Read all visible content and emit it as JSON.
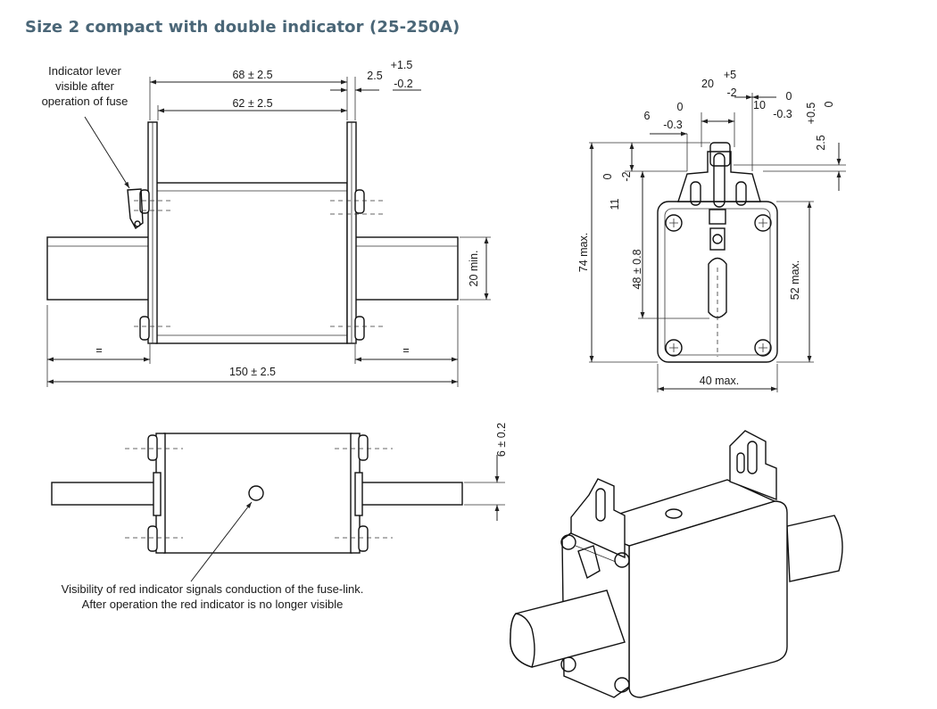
{
  "title": "Size 2 compact with double indicator (25-250A)",
  "notes": {
    "indicator_lever": [
      "Indicator lever",
      "visible after",
      "operation of fuse"
    ],
    "red_indicator": [
      "Visibility of red indicator signals conduction of the fuse-link.",
      "After operation the red indicator is no longer visible"
    ]
  },
  "dims": {
    "d68": "68 ± 2.5",
    "d62": "62 ± 2.5",
    "d25": "2.5",
    "p15": "+1.5",
    "m02": "-0.2",
    "d20min": "20 min.",
    "eq1": "=",
    "eq2": "=",
    "d150": "150 ± 2.5",
    "d20": "20",
    "p5": "+5",
    "m2": "-2",
    "d6": "6",
    "z1": "0",
    "m03a": "-0.3",
    "d10": "10",
    "z2": "0",
    "m03b": "-0.3",
    "p05": "+0.5",
    "z3": "0",
    "d25b": "2.5",
    "z4": "0",
    "m2b": "-2",
    "d11": "11",
    "d74": "74 max.",
    "d48": "48 ± 0.8",
    "d52": "52 max.",
    "d40": "40 max.",
    "d6b": "6 ± 0.2"
  }
}
